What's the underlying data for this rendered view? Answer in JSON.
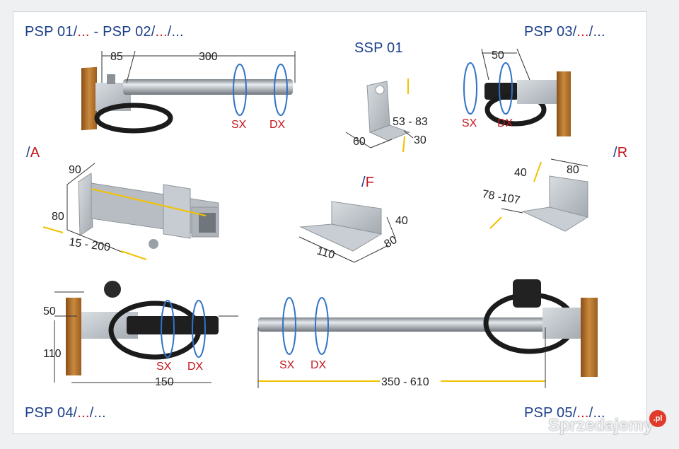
{
  "title_labels": {
    "psp01_02": {
      "a": "PSP 01/",
      "b": "...",
      "c": " - PSP 02/",
      "d": "...",
      "e": "/..."
    },
    "ssp01": "SSP 01",
    "psp03": {
      "a": "PSP 03/",
      "b": "...",
      "c": "/..."
    },
    "opt_a": {
      "slash": "/",
      "letter": "A"
    },
    "opt_f": {
      "slash": "/",
      "letter": "F"
    },
    "opt_r": {
      "slash": "/",
      "letter": "R"
    },
    "psp04": {
      "a": "PSP 04/",
      "b": "...",
      "c": "/..."
    },
    "psp05": {
      "a": "PSP 05/",
      "b": "...",
      "c": "/..."
    }
  },
  "dimensions": {
    "psp01_a": "85",
    "psp01_b": "300",
    "ssp_h": "53 - 83",
    "ssp_w": "60",
    "ssp_t": "30",
    "psp03_a": "50",
    "a_w": "90",
    "a_h": "80",
    "a_range": "15 - 200",
    "f_h": "40",
    "f_d": "80",
    "f_w": "110",
    "r_h": "40",
    "r_w": "80",
    "r_range": "78 -107",
    "psp04_a": "50",
    "psp04_h": "110",
    "psp04_w": "150",
    "psp05_len": "350 - 610"
  },
  "rotation": {
    "sx": "SX",
    "dx": "DX"
  },
  "watermark": {
    "text": "Sprzedajemy",
    "badge": ".pl"
  },
  "colors": {
    "accent_blue": "#1c3f8a",
    "accent_red": "#c3161c",
    "arrow_yellow": "#f2c200",
    "wood": "#b8732a",
    "metal": "#b9bfc4"
  }
}
